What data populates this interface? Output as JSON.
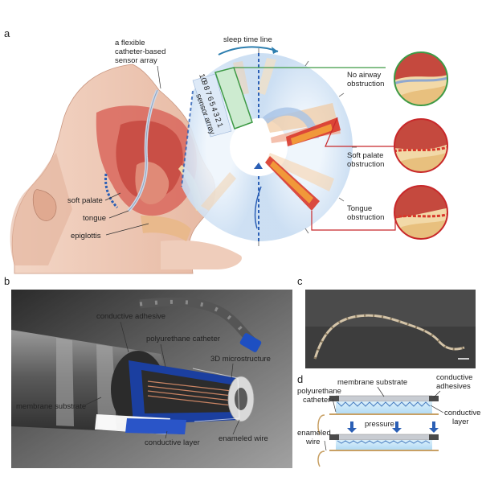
{
  "panels": {
    "a": {
      "letter": "a",
      "labels": {
        "catheter_line1": "a flexible",
        "catheter_line2": "catheter-based",
        "catheter_line3": "sensor array",
        "sleep_time_line": "sleep time line",
        "sensor_array": "sensor array",
        "soft_palate": "soft palate",
        "tongue": "tongue",
        "epiglottis": "epiglottis",
        "no_obstruction_line1": "No airway",
        "no_obstruction_line2": "obstruction",
        "soft_palate_obs_line1": "Soft palate",
        "soft_palate_obs_line2": "obstruction",
        "tongue_obs_line1": "Tongue",
        "tongue_obs_line2": "obstruction"
      },
      "sensor_numbers": [
        "10",
        "9",
        "8",
        "7",
        "6",
        "5",
        "4",
        "3",
        "2",
        "1"
      ],
      "colors": {
        "green": "#3e9a45",
        "red": "#c8282a",
        "blue": "#2b5fb5"
      }
    },
    "b": {
      "letter": "b",
      "labels": {
        "conductive_adhesive": "conductive adhesive",
        "polyurethane_catheter": "polyurethane catheter",
        "microstructure": "3D microstructure",
        "membrane_substrate": "membrane substrate",
        "conductive_layer": "conductive layer",
        "enameled_wire": "enameled wire"
      }
    },
    "c": {
      "letter": "c"
    },
    "d": {
      "letter": "d",
      "labels": {
        "membrane_substrate": "membrane substrate",
        "conductive_adhesives_line1": "conductive",
        "conductive_adhesives_line2": "adhesives",
        "polyurethane_line1": "polyurethane",
        "polyurethane_line2": "catheter",
        "conductive_layer_line1": "conductive",
        "conductive_layer_line2": "layer",
        "pressure": "pressure",
        "enameled_line1": "enameled",
        "enameled_line2": "wire"
      }
    }
  }
}
